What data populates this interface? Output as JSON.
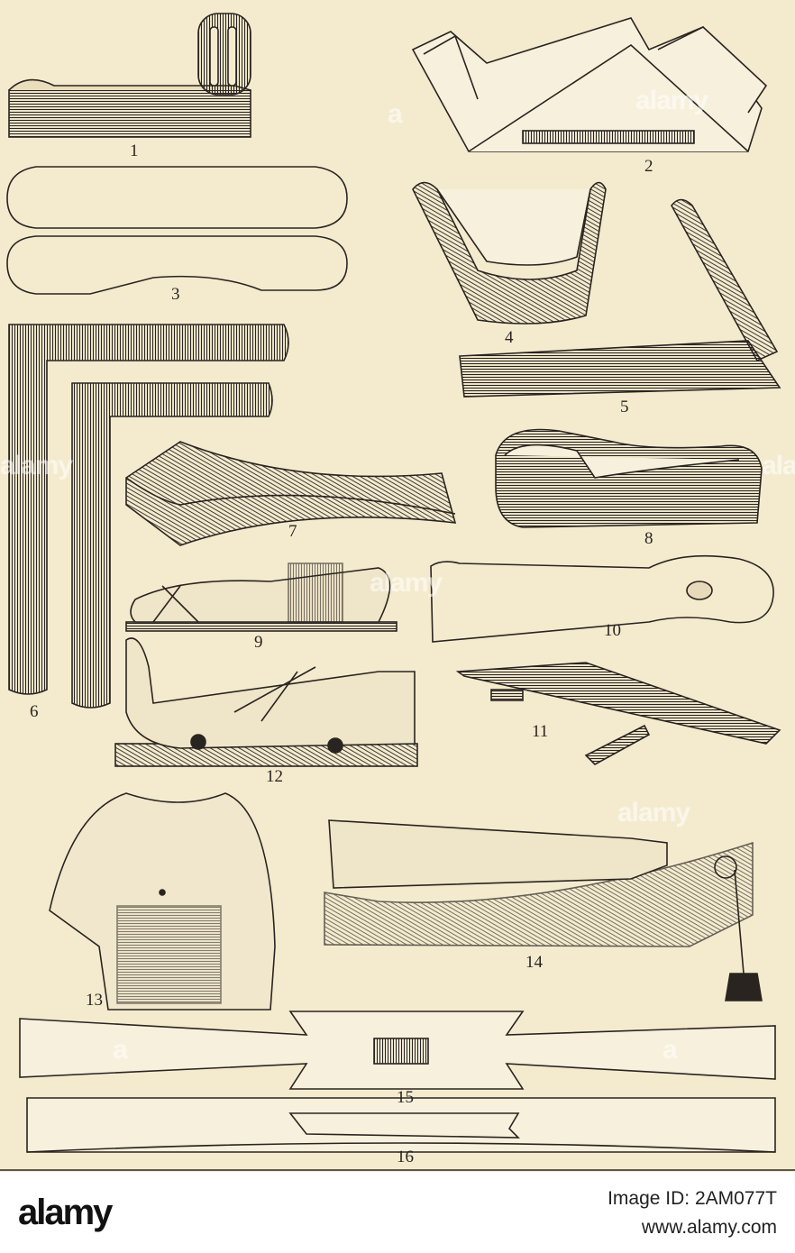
{
  "figures": [
    {
      "id": "fig-1",
      "label": "1",
      "name": "trough-splint-with-upright"
    },
    {
      "id": "fig-2",
      "label": "2",
      "name": "double-inclined-plane-splint"
    },
    {
      "id": "fig-3",
      "label": "3",
      "name": "splint-outline-pattern"
    },
    {
      "id": "fig-4",
      "label": "4",
      "name": "curved-gutter-splint"
    },
    {
      "id": "fig-5",
      "label": "5",
      "name": "angular-gutter-splint"
    },
    {
      "id": "fig-6",
      "label": "6",
      "name": "right-angle-splints"
    },
    {
      "id": "fig-7",
      "label": "7",
      "name": "concave-board-splint"
    },
    {
      "id": "fig-8",
      "label": "8",
      "name": "foot-trough-splint"
    },
    {
      "id": "fig-9",
      "label": "9",
      "name": "bandaged-limb-on-splint"
    },
    {
      "id": "fig-10",
      "label": "10",
      "name": "splint-board-outline"
    },
    {
      "id": "fig-11",
      "label": "11",
      "name": "fracture-box-board"
    },
    {
      "id": "fig-12",
      "label": "12",
      "name": "leg-bandaged-on-board"
    },
    {
      "id": "fig-13",
      "label": "13",
      "name": "chest-strapping"
    },
    {
      "id": "fig-14",
      "label": "14",
      "name": "leg-extension-weight-apparatus"
    },
    {
      "id": "fig-15",
      "label": "15",
      "name": "strap-splint-pattern"
    },
    {
      "id": "fig-16",
      "label": "16",
      "name": "strap-splint-pattern-narrow"
    }
  ],
  "watermark": {
    "text": "a",
    "brand": "alamy"
  },
  "stock_bar": {
    "logo_text": "alamy",
    "image_id": "Image ID: 2AM077T",
    "url": "www.alamy.com"
  },
  "colors": {
    "paper": "#f4ebcf",
    "ink": "#2a2420",
    "footer": "#ffffff"
  }
}
